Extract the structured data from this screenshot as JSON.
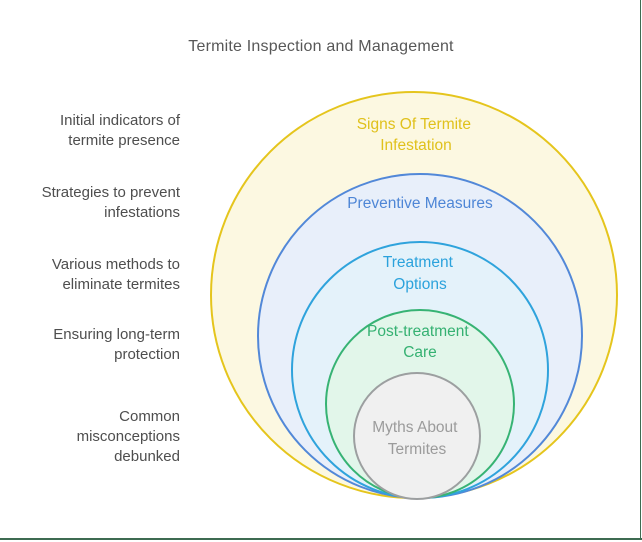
{
  "title": "Termite Inspection and Management",
  "colors": {
    "title_text": "#575757",
    "left_label_text": "#4e4e4e",
    "frame_border": "#3e6b51"
  },
  "left_labels": [
    {
      "lines": [
        "Initial indicators of",
        "termite presence"
      ]
    },
    {
      "lines": [
        "Strategies to prevent",
        "infestations"
      ]
    },
    {
      "lines": [
        "Various methods to",
        "eliminate termites"
      ]
    },
    {
      "lines": [
        "Ensuring long-term",
        "protection"
      ]
    },
    {
      "lines": [
        "Common",
        "misconceptions",
        "debunked"
      ]
    }
  ],
  "rings": [
    {
      "name": "signs-of-termite-infestation",
      "label_lines": [
        "Signs Of Termite",
        "Infestation"
      ],
      "stroke": "#e5c51d",
      "fill": "#fcf8e1",
      "text_color": "#e0c11c"
    },
    {
      "name": "preventive-measures",
      "label_lines": [
        "Preventive Measures",
        ""
      ],
      "stroke": "#5288d8",
      "fill": "#e8effa",
      "text_color": "#4e86d6"
    },
    {
      "name": "treatment-options",
      "label_lines": [
        "Treatment",
        "Options"
      ],
      "stroke": "#2fa3dc",
      "fill": "#e4f2fa",
      "text_color": "#2ba2dc"
    },
    {
      "name": "post-treatment-care",
      "label_lines": [
        "Post-treatment",
        "Care"
      ],
      "stroke": "#37b374",
      "fill": "#e2f6ea",
      "text_color": "#35b172"
    },
    {
      "name": "myths-about-termites",
      "label_lines": [
        "Myths About",
        "Termites"
      ],
      "stroke": "#9c9fa0",
      "fill": "#f0f0f0",
      "text_color": "#9b9b9b"
    }
  ]
}
